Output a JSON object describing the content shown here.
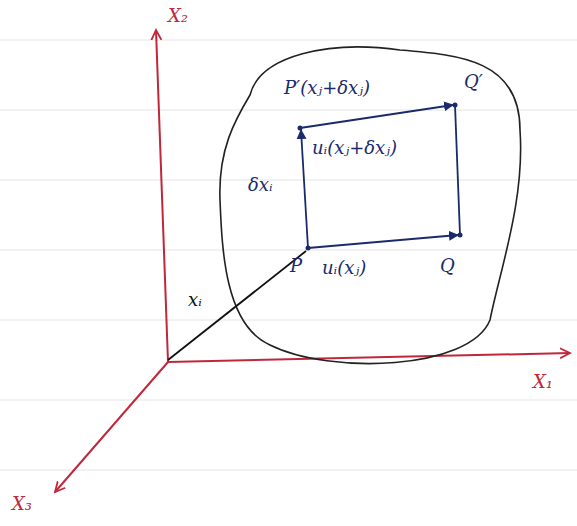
{
  "diagram": {
    "labels": [
      "X₂",
      "P′(xⱼ+δxⱼ)",
      "Q′",
      "uᵢ(xⱼ+δxⱼ)",
      "δxᵢ",
      "P",
      "uᵢ(xⱼ)",
      "Q",
      "xᵢ",
      "X₁",
      "X₃"
    ]
  }
}
